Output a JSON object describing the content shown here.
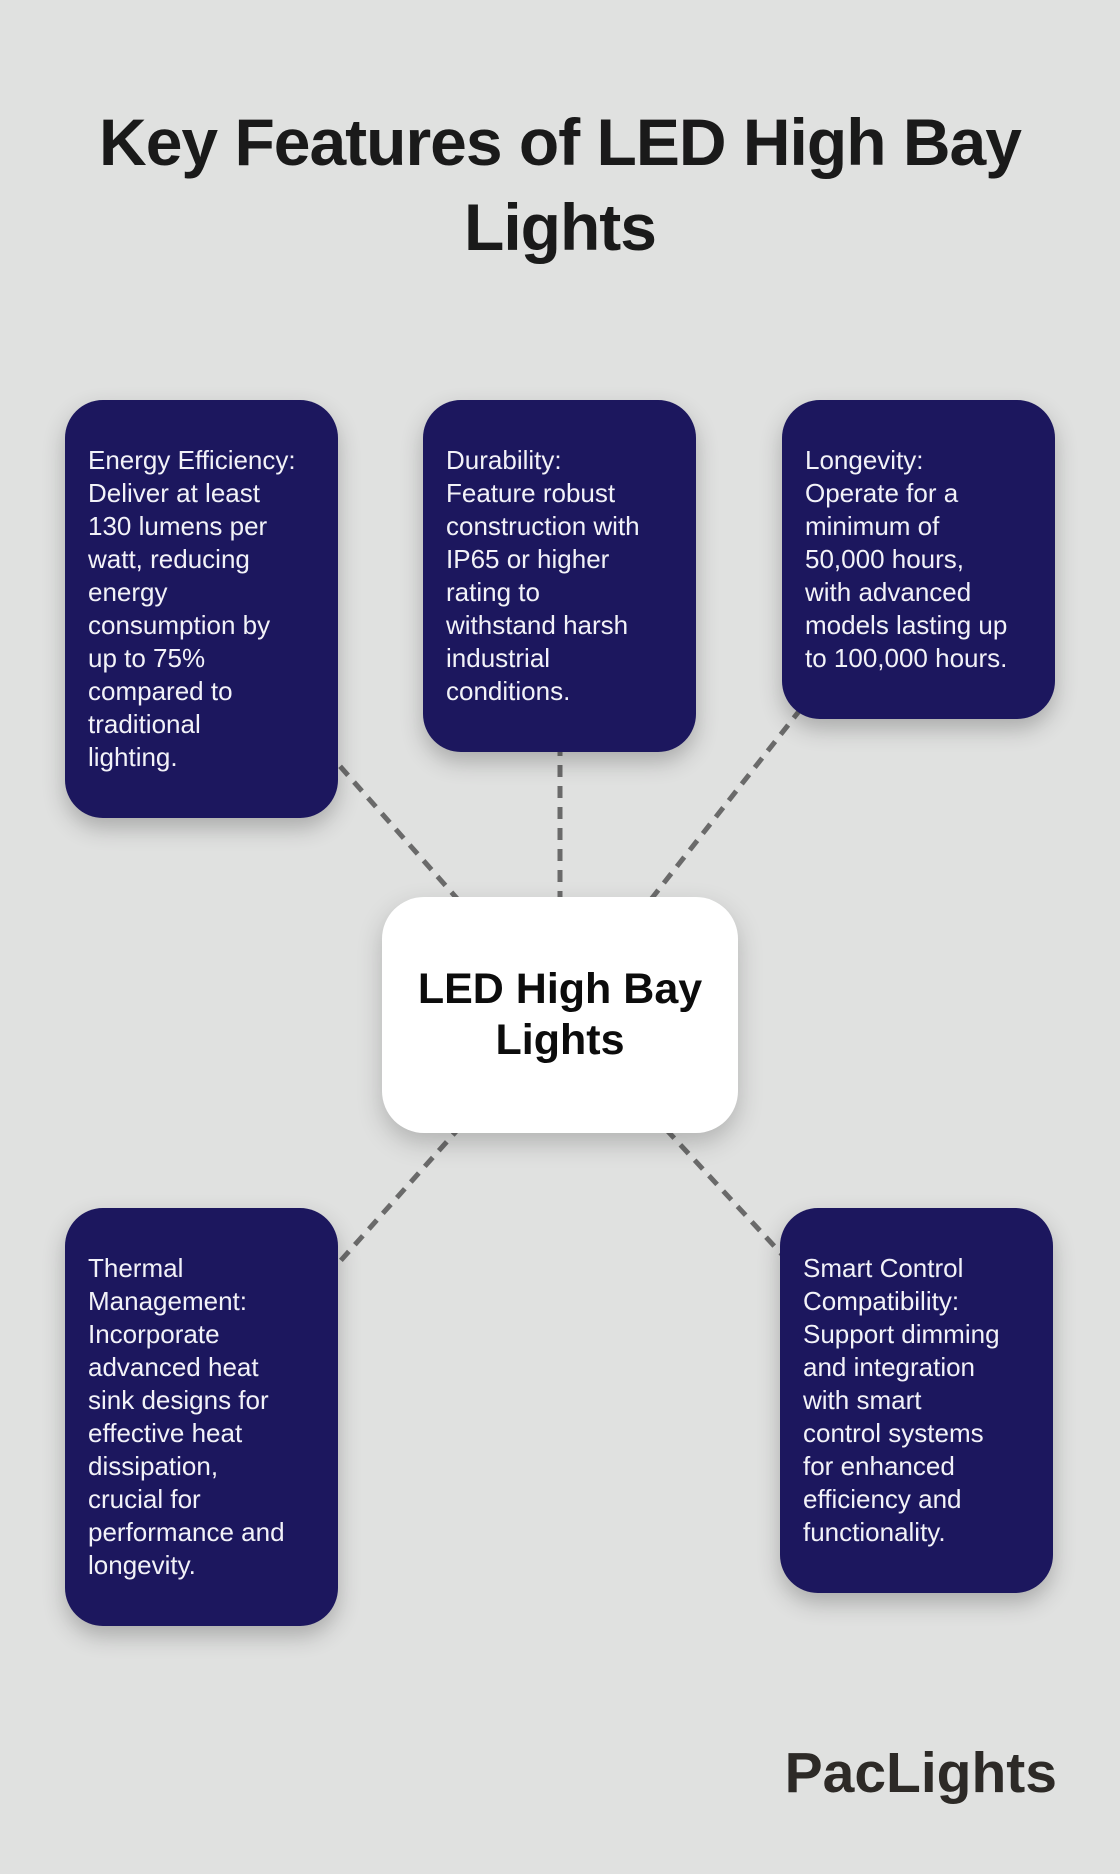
{
  "title": "Key Features of LED High Bay\nLights",
  "center": {
    "label": "LED High Bay\nLights"
  },
  "features": [
    {
      "id": "energy-efficiency",
      "text": "Energy Efficiency:\nDeliver at least\n130 lumens per\nwatt, reducing\nenergy\nconsumption by\nup to 75%\ncompared to\ntraditional\nlighting."
    },
    {
      "id": "durability",
      "text": "Durability:\nFeature robust\nconstruction with\nIP65 or higher\nrating to\nwithstand harsh\nindustrial\nconditions."
    },
    {
      "id": "longevity",
      "text": "Longevity:\nOperate for a\nminimum of\n50,000 hours,\nwith advanced\nmodels lasting up\nto 100,000 hours."
    },
    {
      "id": "thermal-management",
      "text": "Thermal\nManagement:\nIncorporate\nadvanced heat\nsink designs for\neffective heat\ndissipation,\ncrucial for\nperformance and\nlongevity."
    },
    {
      "id": "smart-control-compatibility",
      "text": "Smart Control\nCompatibility:\nSupport dimming\nand integration\nwith smart\ncontrol systems\nfor enhanced\nefficiency and\nfunctionality."
    }
  ],
  "logo": {
    "text": "PacLights"
  },
  "colors": {
    "background": "#e0e1e0",
    "feature_node_fill": "#1c175e",
    "feature_node_text": "#f2f2f8",
    "center_node_fill": "#ffffff",
    "center_node_text": "#0c0c0c",
    "connector_line": "#6a6a6a",
    "title_text": "#1a1a1a",
    "logo_text": "#2d2a27"
  }
}
